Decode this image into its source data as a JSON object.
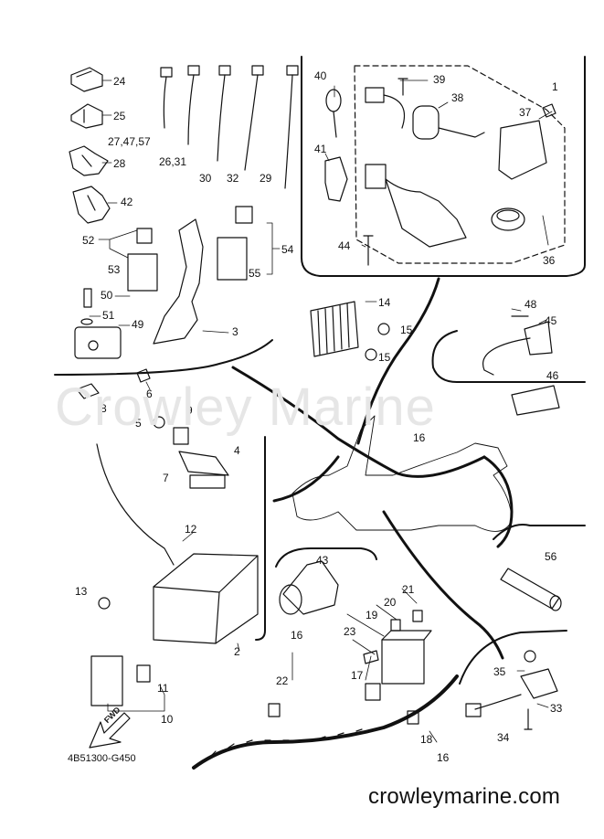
{
  "diagram": {
    "drawing_code": "4B51300-G450",
    "website": "crowleymarine.com",
    "watermark": "Crowley Marine",
    "fwd_label": "FWD",
    "part_numbers": {
      "p1": "1",
      "p2": "2",
      "p3": "3",
      "p4": "4",
      "p5": "5",
      "p6": "6",
      "p7": "7",
      "p8": "8",
      "p9": "9",
      "p10": "10",
      "p11": "11",
      "p12": "12",
      "p13": "13",
      "p14": "14",
      "p15a": "15",
      "p15b": "15",
      "p16a": "16",
      "p16b": "16",
      "p16c": "16",
      "p17": "17",
      "p18": "18",
      "p19": "19",
      "p20": "20",
      "p21": "21",
      "p22": "22",
      "p23": "23",
      "p24": "24",
      "p25": "25",
      "p26_31": "26,31",
      "p27_47_57": "27,47,57",
      "p28": "28",
      "p29": "29",
      "p30": "30",
      "p32": "32",
      "p33": "33",
      "p34": "34",
      "p35": "35",
      "p36": "36",
      "p37": "37",
      "p38": "38",
      "p39": "39",
      "p40": "40",
      "p41": "41",
      "p42": "42",
      "p43": "43",
      "p44": "44",
      "p45": "45",
      "p46": "46",
      "p48": "48",
      "p49": "49",
      "p50": "50",
      "p51": "51",
      "p52": "52",
      "p53": "53",
      "p54": "54",
      "p55": "55",
      "p56": "56"
    }
  }
}
